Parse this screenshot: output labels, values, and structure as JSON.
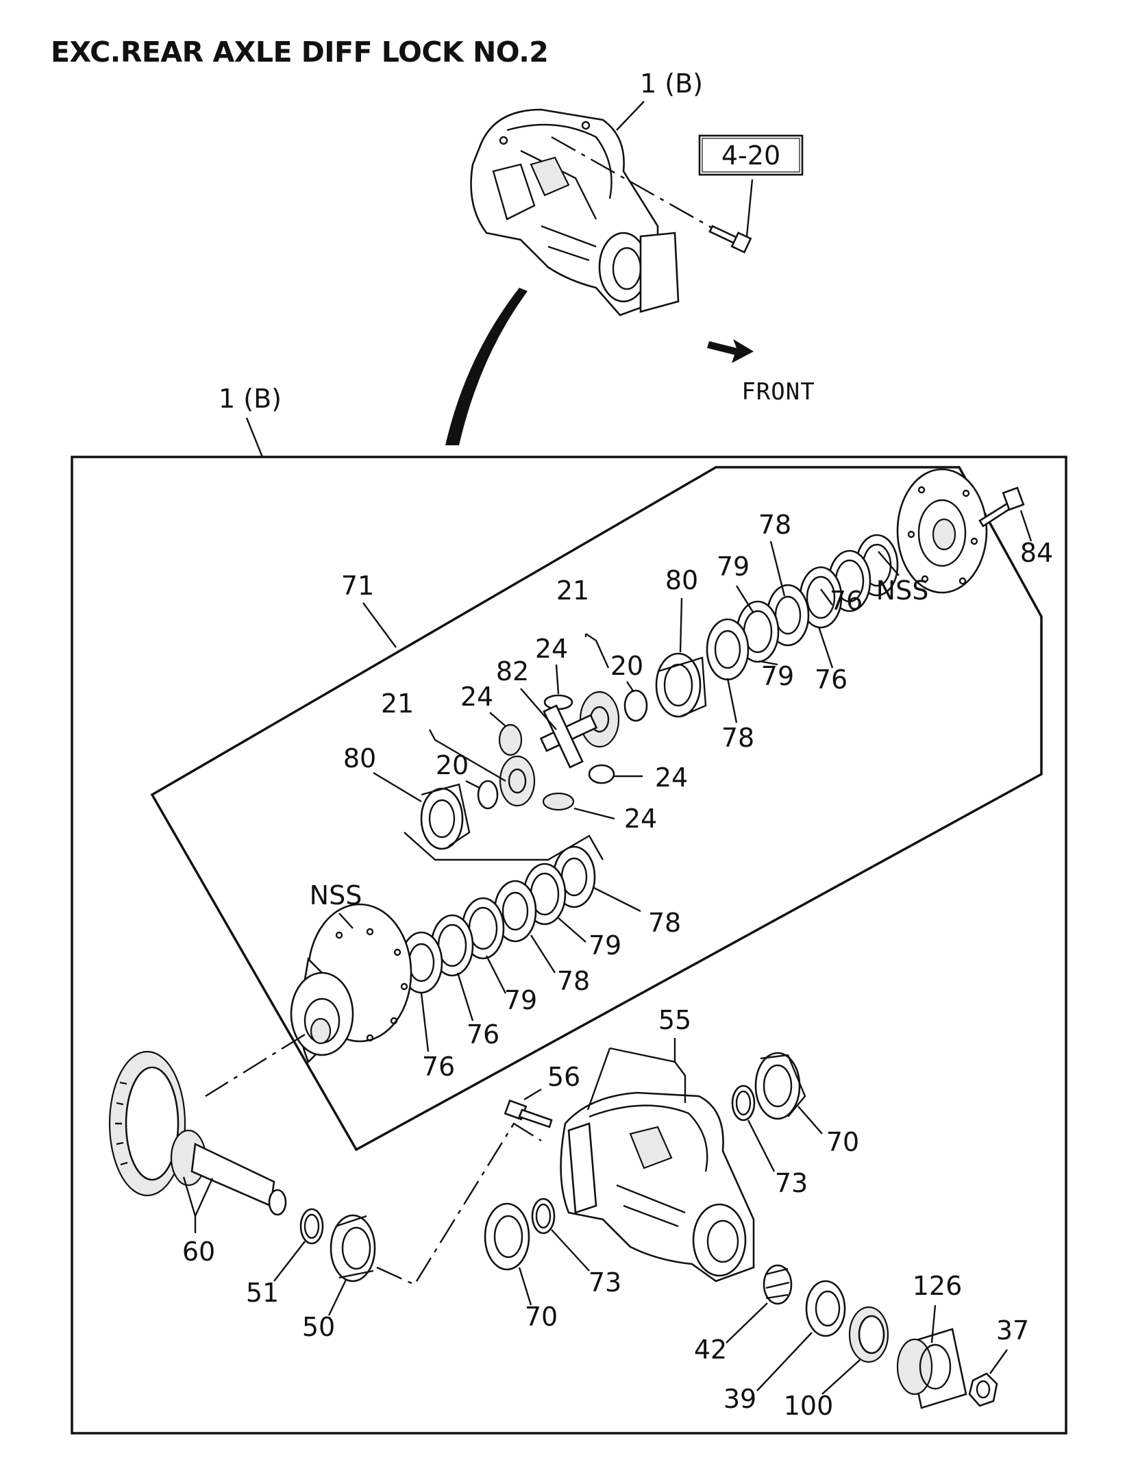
{
  "title": "EXC.REAR AXLE DIFF LOCK NO.2",
  "ref_box": "4-20",
  "front_label": "FRONT",
  "callouts": {
    "assembly_top": "1 (B)",
    "assembly_box": "1 (B)",
    "c71": "71",
    "c21a": "21",
    "c21b": "21",
    "c20a": "20",
    "c20b": "20",
    "c24a": "24",
    "c24b": "24",
    "c24c": "24",
    "c24d": "24",
    "c82": "82",
    "c80a": "80",
    "c80b": "80",
    "c78a": "78",
    "c78b": "78",
    "c78c": "78",
    "c78d": "78",
    "c79a": "79",
    "c79b": "79",
    "c79c": "79",
    "c79d": "79",
    "c76a": "76",
    "c76b": "76",
    "c76c": "76",
    "c76d": "76",
    "nss_a": "NSS",
    "nss_b": "NSS",
    "c84": "84",
    "c55": "55",
    "c56": "56",
    "c70a": "70",
    "c70b": "70",
    "c73a": "73",
    "c73b": "73",
    "c60": "60",
    "c51": "51",
    "c50": "50",
    "c42": "42",
    "c39": "39",
    "c100": "100",
    "c126": "126",
    "c37": "37"
  }
}
